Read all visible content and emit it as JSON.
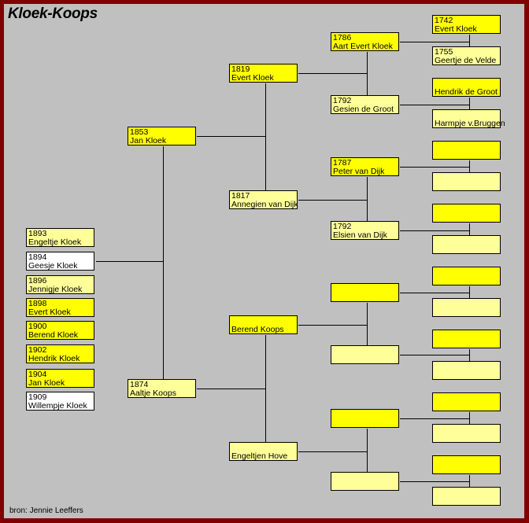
{
  "title": "Kloek-Koops",
  "footer": "bron: Jennie Leeffers",
  "colors": {
    "border": "#800000",
    "background": "#c0c0c0",
    "known": "#ffff00",
    "female": "#ffff99",
    "other": "#ffffff"
  },
  "children": [
    {
      "year": "1893",
      "name": "Engeltje Kloek"
    },
    {
      "year": "1894",
      "name": "Geesje Kloek"
    },
    {
      "year": "1896",
      "name": "Jennigje Kloek"
    },
    {
      "year": "1898",
      "name": "Evert Kloek"
    },
    {
      "year": "1900",
      "name": "Berend Kloek"
    },
    {
      "year": "1902",
      "name": "Hendrik Kloek"
    },
    {
      "year": "1904",
      "name": "Jan Kloek"
    },
    {
      "year": "1909",
      "name": "Willempje Kloek"
    }
  ],
  "parents": [
    {
      "year": "1853",
      "name": "Jan Kloek"
    },
    {
      "year": "1874",
      "name": "Aaltje Koops"
    }
  ],
  "grandparents": [
    {
      "year": "1819",
      "name": "Evert Kloek"
    },
    {
      "year": "1817",
      "name": "Annegien van Dijk"
    },
    {
      "year": "",
      "name": "Berend Koops"
    },
    {
      "year": "",
      "name": "Engeltjen Hove"
    }
  ],
  "great_grandparents": [
    {
      "year": "1786",
      "name": "Aart Evert Kloek"
    },
    {
      "year": "1792",
      "name": "Gesien de Groot"
    },
    {
      "year": "1787",
      "name": "Peter van Dijk"
    },
    {
      "year": "1792",
      "name": "Elsien van Dijk"
    },
    {
      "year": "",
      "name": ""
    },
    {
      "year": "",
      "name": ""
    },
    {
      "year": "",
      "name": ""
    },
    {
      "year": "",
      "name": ""
    }
  ],
  "gg_grandparents": [
    {
      "year": "1742",
      "name": "Evert Kloek"
    },
    {
      "year": "1755",
      "name": "Geertje de Velde"
    },
    {
      "year": "",
      "name": "Hendrik de Groot"
    },
    {
      "year": "",
      "name": "Harmpje v.Bruggen"
    },
    {
      "year": "",
      "name": ""
    },
    {
      "year": "",
      "name": ""
    },
    {
      "year": "",
      "name": ""
    },
    {
      "year": "",
      "name": ""
    },
    {
      "year": "",
      "name": ""
    },
    {
      "year": "",
      "name": ""
    },
    {
      "year": "",
      "name": ""
    },
    {
      "year": "",
      "name": ""
    },
    {
      "year": "",
      "name": ""
    },
    {
      "year": "",
      "name": ""
    },
    {
      "year": "",
      "name": ""
    },
    {
      "year": "",
      "name": ""
    }
  ]
}
